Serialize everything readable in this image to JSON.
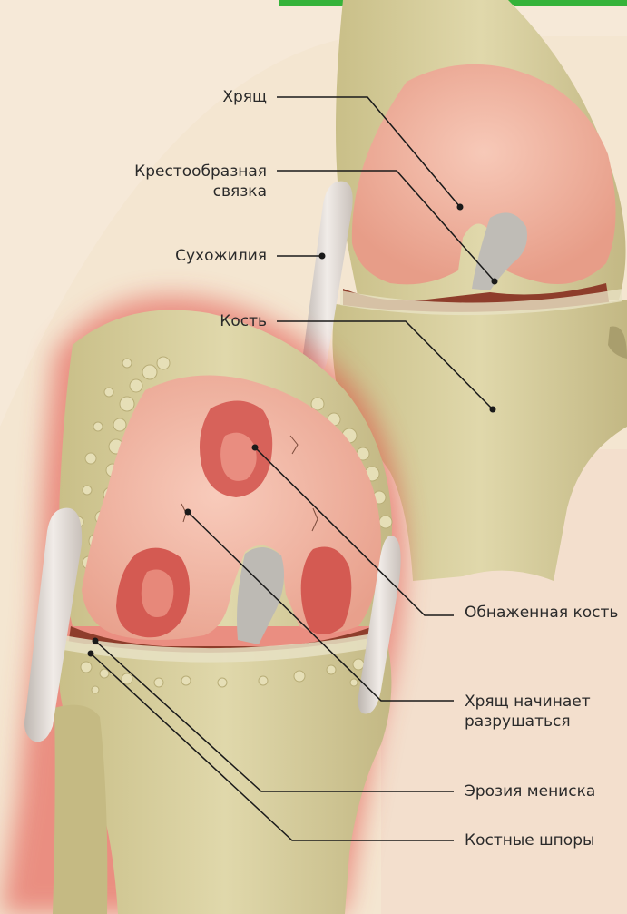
{
  "colors": {
    "background": "#f6e9d8",
    "bone": "#cdc38f",
    "bone_light": "#e2dab0",
    "cartilage_healthy": "#efb4a2",
    "cartilage_damaged": "#f0b6a4",
    "erosion": "#d45a52",
    "inflammation_glow": "#e2473f",
    "top_bar": "#36b33a",
    "leader_line": "#1a1a1a"
  },
  "labels": {
    "cartilage": "Хрящ",
    "cruciate_ligament": "Крестообразная\nсвязка",
    "tendon": "Сухожилия",
    "bone": "Кость",
    "exposed_bone": "Обнаженная кость",
    "cartilage_breaking": "Хрящ начинает\nразрушаться",
    "meniscus_erosion": "Эрозия мениска",
    "bone_spurs": "Костные шпоры"
  }
}
